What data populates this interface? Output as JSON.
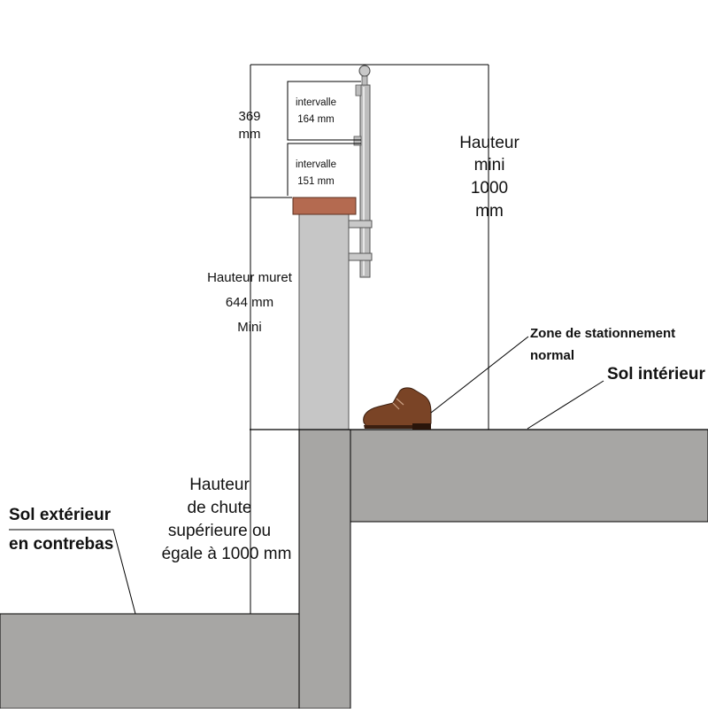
{
  "labels": {
    "total_dim": [
      "369",
      "mm"
    ],
    "interval_top": [
      "intervalle",
      "164 mm"
    ],
    "interval_bottom": [
      "intervalle",
      "151 mm"
    ],
    "hauteur_mini": [
      "Hauteur",
      "mini",
      "1000",
      "mm"
    ],
    "hauteur_muret": [
      "Hauteur muret",
      "644 mm",
      "Mini"
    ],
    "hauteur_chute": [
      "Hauteur",
      "de chute",
      "supérieure ou",
      "égale à 1000 mm"
    ],
    "zone": [
      "Zone de stationnement",
      "normal"
    ],
    "sol_interieur": "Sol intérieur",
    "sol_exterieur": [
      "Sol extérieur",
      "en contrebas"
    ]
  },
  "colors": {
    "ground": "#a7a6a4",
    "wall": "#c6c6c6",
    "coping": "#b46a50",
    "rail": "#bdbdbd",
    "shoe": "#7a4426",
    "line": "#000000"
  },
  "icons": {
    "shoe": "shoe-icon",
    "post_cap": "round-cap-icon"
  }
}
